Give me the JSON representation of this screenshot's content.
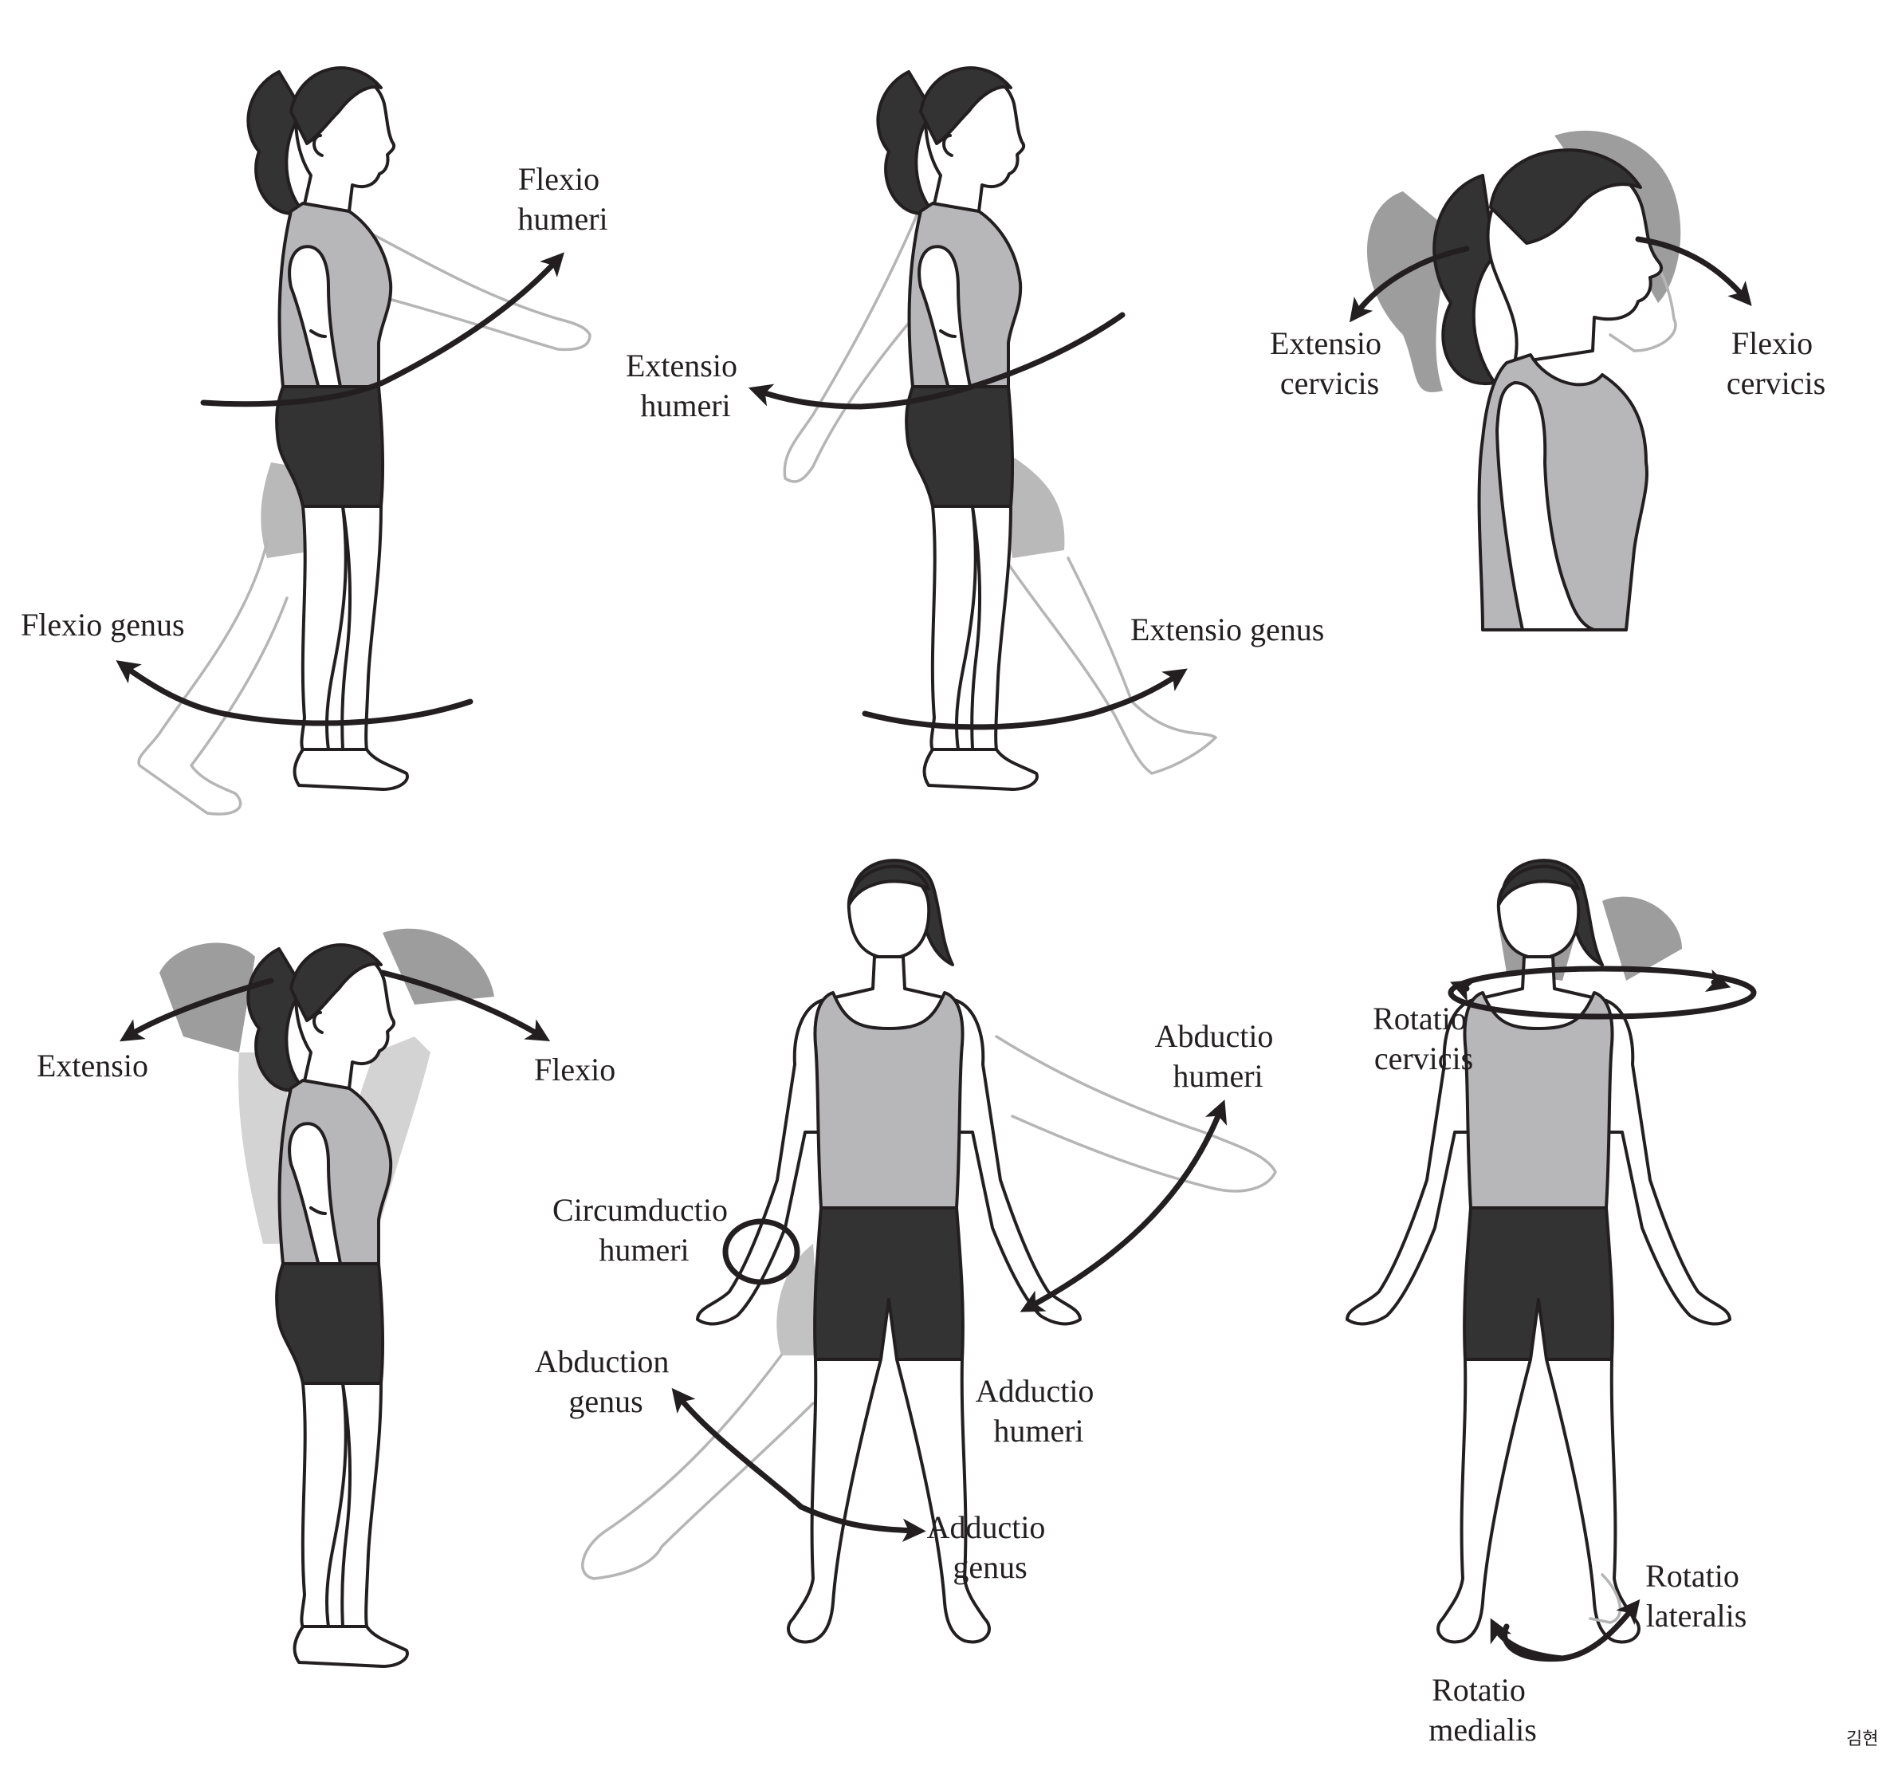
{
  "labels": {
    "flexio_humeri": [
      "Flexio",
      "humeri"
    ],
    "extensio_humeri": [
      "Extensio",
      "humeri"
    ],
    "extensio_cervicis": [
      "Extensio",
      "cervicis"
    ],
    "flexio_cervicis": [
      "Flexio",
      "cervicis"
    ],
    "flexio_genus": "Flexio genus",
    "extensio_genus": "Extensio genus",
    "extensio": "Extensio",
    "flexio": "Flexio",
    "abductio_humeri": [
      "Abductio",
      "humeri"
    ],
    "circumductio_humeri": [
      "Circumductio",
      "humeri"
    ],
    "abduction_genus": [
      "Abduction",
      "genus"
    ],
    "adductio_humeri": [
      "Adductio",
      "humeri"
    ],
    "adductio_genus": [
      "Adductio",
      "genus"
    ],
    "rotatio_cervicis": [
      "Rotatio",
      "cervicis"
    ],
    "rotatio_lateralis": [
      "Rotatio",
      "lateralis"
    ],
    "rotatio_medialis": [
      "Rotatio",
      "medialis"
    ]
  },
  "signature": "김현",
  "colors": {
    "outline": "#231f20",
    "top": "#b7b7b9",
    "shorts": "#333333",
    "hair": "#333333",
    "ghost_outline": "#b5b5b5",
    "ghost_fill": "#a8a8a8",
    "background": "#ffffff"
  }
}
